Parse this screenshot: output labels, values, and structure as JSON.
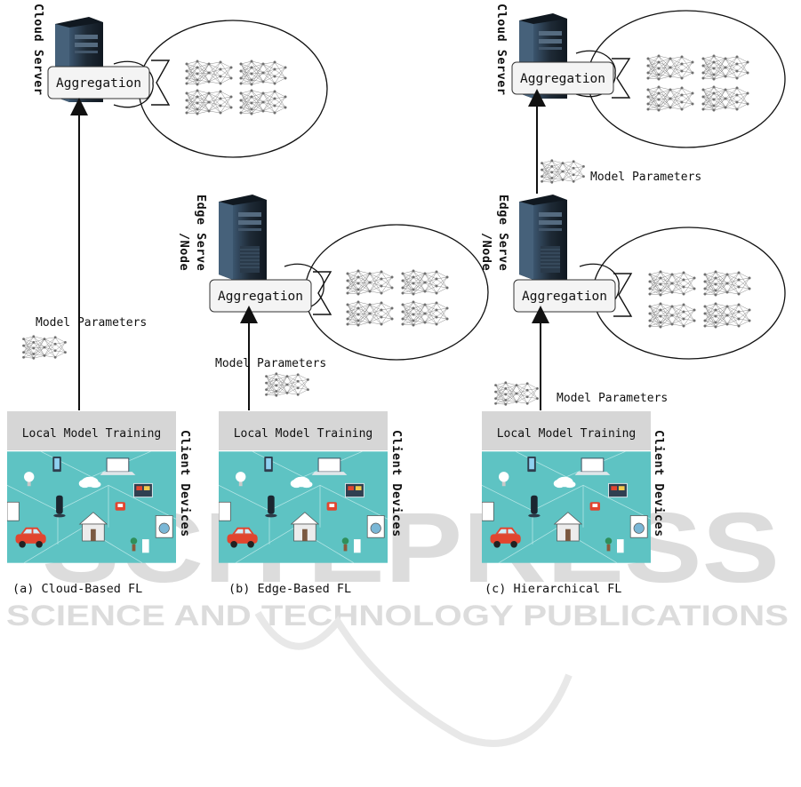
{
  "panels": [
    {
      "caption": "(a) Cloud-Based FL",
      "server_label": "Cloud Server",
      "aggregation_label": "Aggregation",
      "params_label": "Model Parameters",
      "training_label": "Local Model Training",
      "client_label": "Client Devices"
    },
    {
      "caption": "(b) Edge-Based FL",
      "server_label_line1": "Edge Serve",
      "server_label_line2": "/Node",
      "aggregation_label": "Aggregation",
      "params_label": "Model Parameters",
      "training_label": "Local Model Training",
      "client_label": "Client Devices"
    },
    {
      "caption": "(c) Hierarchical FL",
      "cloud_label": "Cloud Server",
      "cloud_aggregation_label": "Aggregation",
      "cloud_params_label": "Model Parameters",
      "edge_label_line1": "Edge Serve",
      "edge_label_line2": "/Node",
      "edge_aggregation_label": "Aggregation",
      "params_label": "Model Parameters",
      "training_label": "Local Model Training",
      "client_label": "Client Devices"
    }
  ],
  "watermark": {
    "big": "SCITEPRESS",
    "small": "SCIENCE AND TECHNOLOGY PUBLICATIONS"
  },
  "colors": {
    "server_dark": "#1e2a36",
    "server_light": "#3b556e",
    "training_bar": "#d6d6d6",
    "iot_background": "#5ec3c3",
    "car": "#e2452f",
    "network_icon": "#7a7a7a"
  }
}
